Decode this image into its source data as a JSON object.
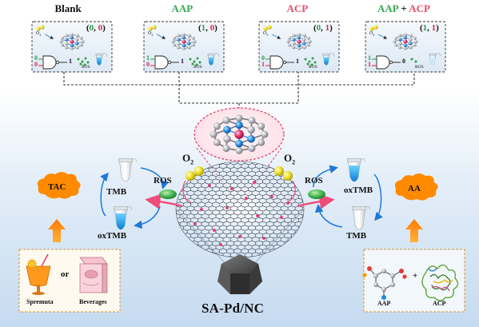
{
  "panels": [
    {
      "label_parts": [
        {
          "text": "Blank",
          "c": "k"
        }
      ],
      "state_parts": [
        {
          "text": "(",
          "c": "k"
        },
        {
          "text": "0",
          "c": "g"
        },
        {
          "text": ", ",
          "c": "k"
        },
        {
          "text": "0",
          "c": "r"
        },
        {
          "text": ")",
          "c": "k"
        }
      ],
      "in1": "0",
      "in2": "0",
      "out": "1",
      "o2": "O",
      "ros": "ROS"
    },
    {
      "label_parts": [
        {
          "text": "AAP",
          "c": "g"
        }
      ],
      "state_parts": [
        {
          "text": "(",
          "c": "k"
        },
        {
          "text": "1",
          "c": "g"
        },
        {
          "text": ", ",
          "c": "k"
        },
        {
          "text": "0",
          "c": "r"
        },
        {
          "text": ")",
          "c": "k"
        }
      ],
      "in1": "1",
      "in2": "0",
      "out": "1",
      "o2": "O",
      "ros": "ROS"
    },
    {
      "label_parts": [
        {
          "text": "ACP",
          "c": "r"
        }
      ],
      "state_parts": [
        {
          "text": "(",
          "c": "k"
        },
        {
          "text": "0",
          "c": "g"
        },
        {
          "text": ", ",
          "c": "k"
        },
        {
          "text": "1",
          "c": "r"
        },
        {
          "text": ")",
          "c": "k"
        }
      ],
      "in1": "0",
      "in2": "1",
      "out": "1",
      "o2": "O",
      "ros": "ROS"
    },
    {
      "label_parts": [
        {
          "text": "AAP",
          "c": "g"
        },
        {
          "text": " + ",
          "c": "k"
        },
        {
          "text": "ACP",
          "c": "r"
        }
      ],
      "state_parts": [
        {
          "text": "(",
          "c": "k"
        },
        {
          "text": "1",
          "c": "g"
        },
        {
          "text": ", ",
          "c": "k"
        },
        {
          "text": "1",
          "c": "r"
        },
        {
          "text": ")",
          "c": "k"
        }
      ],
      "in1": "1",
      "in2": "1",
      "out": "0",
      "o2": "O",
      "ros": "ROS"
    }
  ],
  "center": {
    "o2_left": "O",
    "o2_right": "O",
    "o2_sub": "2",
    "title": "SA-Pd/NC"
  },
  "left_cycle": {
    "tac": "TAC",
    "tmb": "TMB",
    "oxtmb": "oxTMB",
    "ros": "ROS",
    "or": "or",
    "spremuta": "Spremuta",
    "beverages": "Beverages"
  },
  "right_cycle": {
    "aa": "AA",
    "tmb": "TMB",
    "oxtmb": "oxTMB",
    "ros": "ROS",
    "aap": "AAP",
    "acp": "ACP",
    "plus": "+"
  },
  "colors": {
    "green": "#2e9a48",
    "red": "#d8284a",
    "orange": "#ff8a00",
    "blue": "#1e88e5",
    "bgTop": "#ffffff",
    "bgBottom": "#c9def2",
    "pink": "#ee4d7a",
    "ros_green": "#2fa04a"
  }
}
